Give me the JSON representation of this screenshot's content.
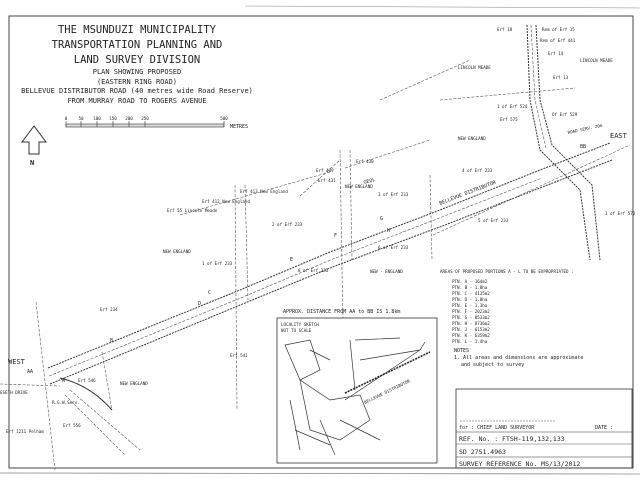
{
  "header": {
    "line1": "THE MSUNDUZI MUNICIPALITY",
    "line2": "TRANSPORTATION PLANNING AND",
    "line3": "LAND SURVEY DIVISION",
    "line4": "PLAN SHOWING PROPOSED",
    "line5": "(EASTERN RING ROAD)",
    "line6": "BELLEVUE DISTRIBUTOR ROAD (40 metres wide Road Reserve)",
    "line7": "FROM MURRAY ROAD TO ROGERS AVENUE"
  },
  "scale_bar": {
    "ticks": [
      "0",
      "50",
      "100",
      "150",
      "200",
      "250",
      "500"
    ],
    "unit": "METRES"
  },
  "north_arrow": {
    "label": "N"
  },
  "map_labels": {
    "west": "WEST",
    "east": "EAST",
    "aa": "AA",
    "bb": "BB",
    "road_name": "BELLEVUE DISTRIBUTOR",
    "erf_234": "Erf 234",
    "erf_541": "Erf 541",
    "erf_546": "Erf 546",
    "erf_556": "Erf 556",
    "erf_1211": "Erf 1211 Pelham",
    "rgw": "R.G.W.Serv.",
    "eseth_drive": "ESETH DRIVE",
    "new_england_1": "NEW ENGLAND",
    "new_england_2": "NEW ENGLAND",
    "new_england_3": "NEW - ENGLAND",
    "new_england_4": "NEW ENGLAND",
    "new_england_5": "NEW ENGLAND",
    "erf_55": "Erf 55 Lincoln Meade",
    "erf_412": "Erf 412 New England",
    "erf_413": "Erf 413 New England",
    "erf_430": "Erf 430",
    "erf_431": "Erf 431",
    "erf_409": "Erf 409",
    "erf_233_1": "1 of Erf 233",
    "erf_233_2": "2 of Erf 233",
    "erf_233_3": "3 of Erf 233",
    "erf_233_4": "4 of Erf 233",
    "erf_233_5": "5 of Erf 233",
    "erf_233_6": "6 of Erf 233",
    "erf_233_8": "8 of Erf 233",
    "erf_572": "1 of Erf 572",
    "erf_18": "Erf 18",
    "erf_15": "Rem of Erf 15",
    "erf_441": "Rem of Erf 441",
    "erf_14": "Erf 14",
    "erf_13": "Erf 13",
    "erf_524": "1 of Erf 524",
    "erf_575": "Erf 575",
    "erf_529": "Of Erf 529",
    "lincoln_meade_1": "LINCOLN MEADE",
    "lincoln_meade_2": "LINCOLN MEADE",
    "road_serv": "ROAD SERV. 20m",
    "geol": "GEOL",
    "portions": [
      "A",
      "B",
      "C",
      "D",
      "E",
      "F",
      "G",
      "H"
    ]
  },
  "areas": {
    "title": "AREAS OF PROPOSED PORTIONS A - L TO BE EXPROPRIATED :",
    "items": [
      "PTN. A - 164m2",
      "PTN. B - 1.8ha",
      "PTN. C - 4135m2",
      "PTN. D - 1.0ha",
      "PTN. E - 1.3ha",
      "PTN. F - 2023m2",
      "PTN. G - 8533m2",
      "PTN. H - 8736m2",
      "PTN. J - 6153m2",
      "PTN. K - 6359m2",
      "PTN. L - 1.4ha"
    ]
  },
  "notes": {
    "title": "NOTES",
    "item1": "1. All areas and dimensions are approximate",
    "item2": "and subject to survey"
  },
  "distance_note": "APPROX. DISTANCE FROM AA to BB IS 1.8km",
  "locality": {
    "title": "LOCALITY SKETCH",
    "subtitle": "NOT TO SCALE",
    "road_label": "BELLEVUE DISTRIBUTOR"
  },
  "title_block": {
    "signatory": "for : CHIEF LAND SURVEYOR",
    "date_label": "DATE :",
    "ref": "REF. No. : FTSH-119,132,133",
    "sd": "SD 2751.4963",
    "survey_ref": "SURVEY REFERENCE No. MS/13/2012"
  }
}
